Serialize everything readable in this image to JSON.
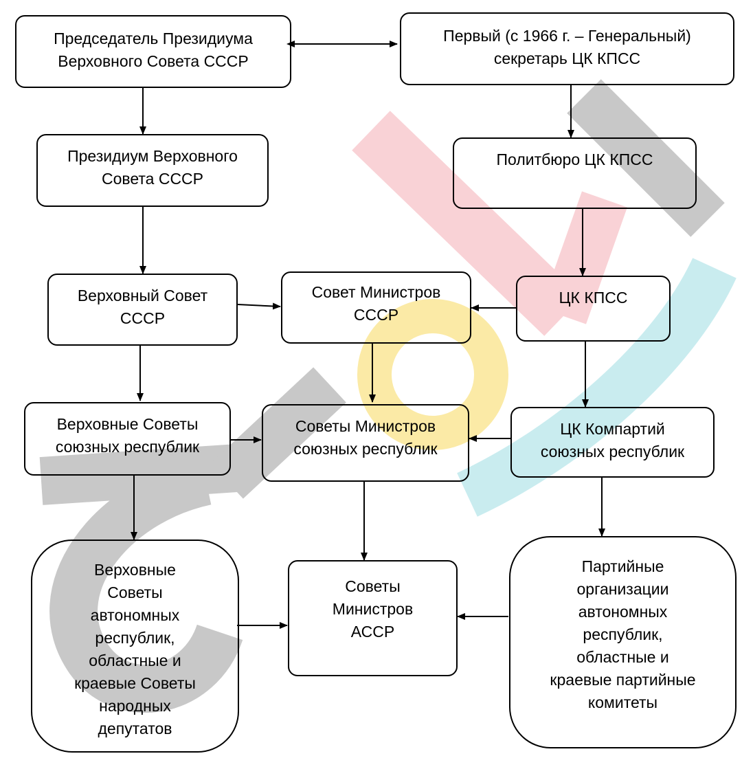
{
  "nodes": {
    "chairman": "Председатель Президиума\nВерховного Совета СССР",
    "first_secretary": "Первый (с 1966 г. – Генеральный)\nсекретарь ЦК КПСС",
    "presidium": "Президиум Верховного\nСовета СССР",
    "politburo": "Политбюро ЦК КПСС",
    "supreme_soviet": "Верховный Совет\nСССР",
    "council_ministers": "Совет Министров\nСССР",
    "cc_cpsu": "ЦК КПСС",
    "rep_supreme_soviets": "Верховные Советы\nсоюзных республик",
    "rep_councils": "Советы Министров\nсоюзных республик",
    "rep_cc": "ЦК Компартий\nсоюзных республик",
    "auto_soviets": "Верховные\nСоветы\nавтономных\nреспублик,\nобластные и\nкраевые Советы\nнародных\nдепутатов",
    "assr_councils": "Советы\nМинистров\nАССР",
    "party_orgs": "Партийные\nорганизации\nавтономных\nреспублик,\nобластные и\nкраевые партийные\nкомитеты"
  },
  "watermark": {
    "colors": {
      "gray": "#c8c8c8",
      "pink": "#f9d2d6",
      "yellow": "#fbeaa6",
      "cyan": "#c9ecef"
    }
  }
}
